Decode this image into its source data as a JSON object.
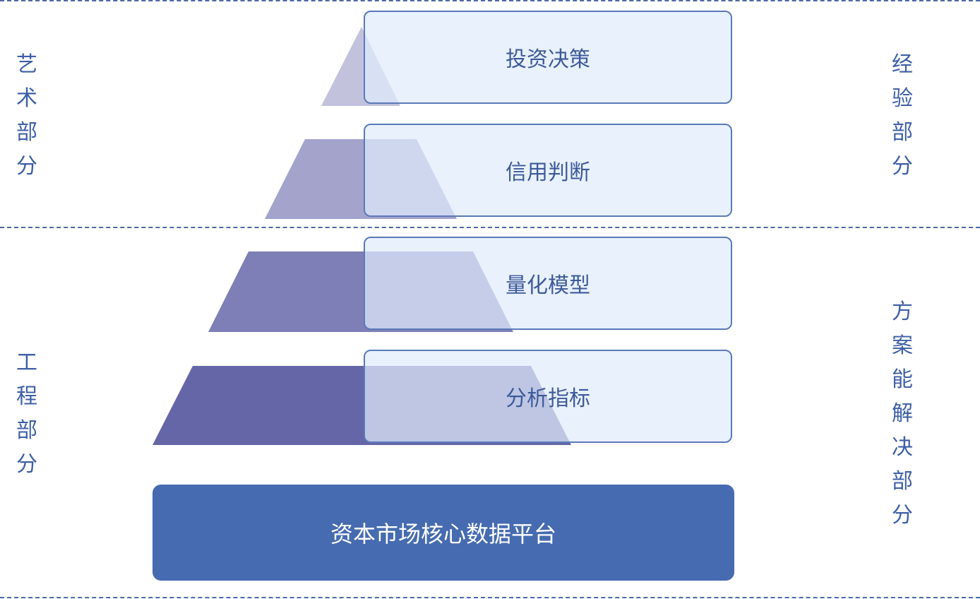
{
  "labels": {
    "left_top": "艺术部分",
    "left_bottom": "工程部分",
    "right_top": "经验部分",
    "right_bottom": "方案能解决部分"
  },
  "pyramid": {
    "levels": [
      {
        "label": "投资决策",
        "color": "#c2c2dd"
      },
      {
        "label": "信用判断",
        "color": "#a3a3cc"
      },
      {
        "label": "量化模型",
        "color": "#7f7fb7"
      },
      {
        "label": "分析指标",
        "color": "#6566a7"
      }
    ],
    "base": {
      "label": "资本市场核心数据平台",
      "color": "#466bb0"
    }
  }
}
